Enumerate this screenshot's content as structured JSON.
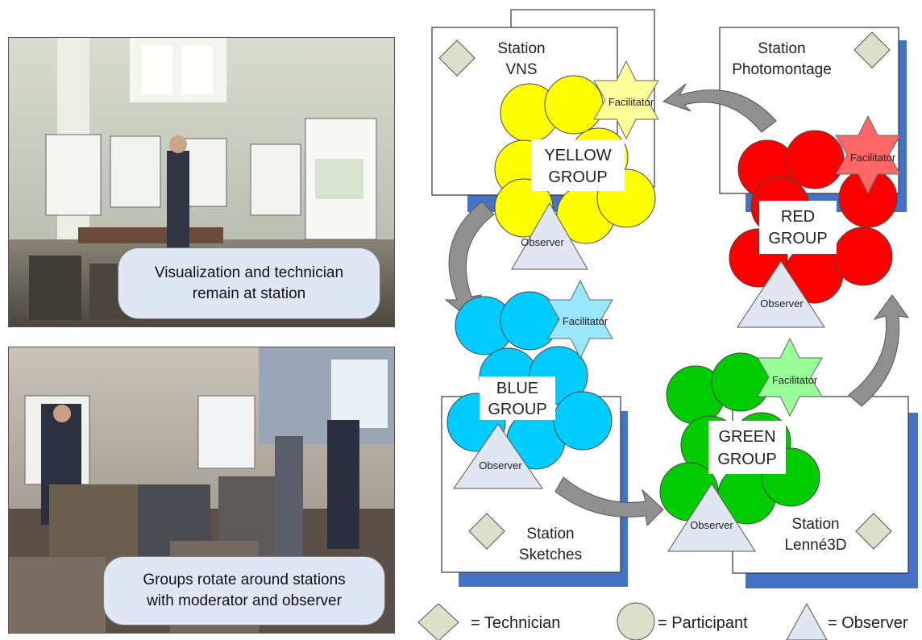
{
  "photos": {
    "top": {
      "caption_line1": "Visualization and technician",
      "caption_line2": "remain at station"
    },
    "bottom": {
      "caption_line1": "Groups rotate around stations",
      "caption_line2": "with moderator and observer"
    }
  },
  "stations": {
    "vns": {
      "line1": "Station",
      "line2": "VNS"
    },
    "photomontage": {
      "line1": "Station",
      "line2": "Photomontage"
    },
    "sketches": {
      "line1": "Station",
      "line2": "Sketches"
    },
    "lenne3d": {
      "line1": "Station",
      "line2": "Lenné3D"
    }
  },
  "groups": {
    "yellow": {
      "line1": "YELLOW",
      "line2": "GROUP",
      "facilitator": "Facilitator",
      "observer": "Observer"
    },
    "red": {
      "line1": "RED",
      "line2": "GROUP",
      "facilitator": "Facilitator",
      "observer": "Observer"
    },
    "blue": {
      "line1": "BLUE",
      "line2": "GROUP",
      "facilitator": "Facilitator",
      "observer": "Observer"
    },
    "green": {
      "line1": "GREEN",
      "line2": "GROUP",
      "facilitator": "Facilitator",
      "observer": "Observer"
    }
  },
  "legend": {
    "technician": "= Technician",
    "participant": "= Participant",
    "observer": "= Observer"
  },
  "colors": {
    "yellow": "#ffff00",
    "red": "#ff0000",
    "blue": "#00ccff",
    "green": "#00cc00",
    "yellow_star": "#ffff99",
    "red_star": "#ff6666",
    "blue_star": "#99e6ff",
    "green_star": "#99ff99",
    "shadow": "#4472c4",
    "diamond": "#dcdfc9",
    "triangle": "#e1e7f2",
    "arrow": "#909090"
  }
}
